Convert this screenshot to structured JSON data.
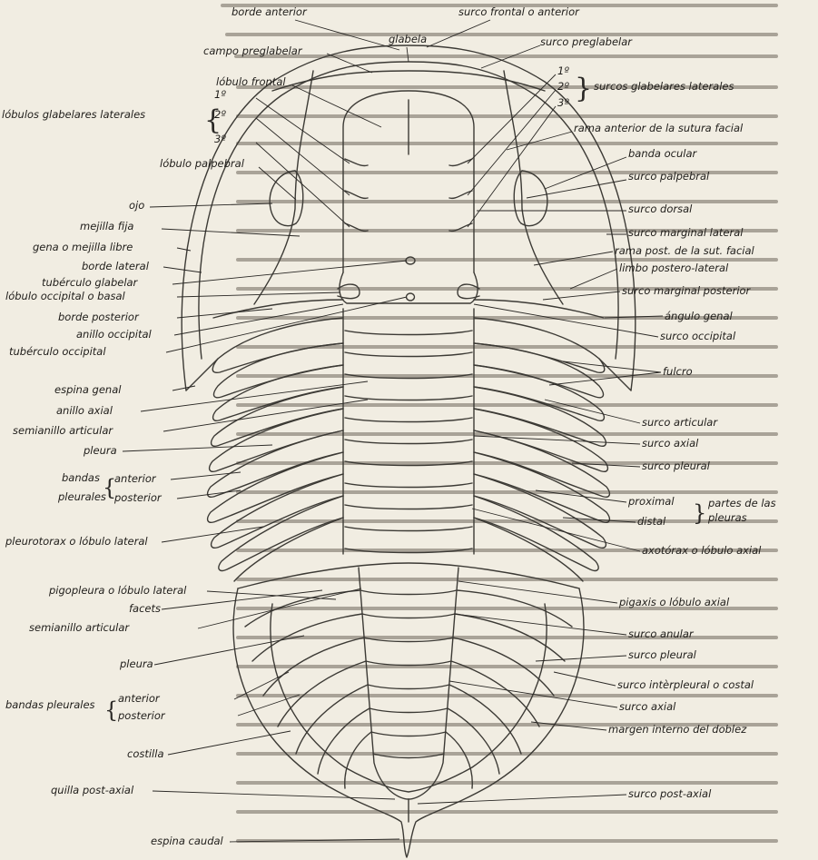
{
  "labels": {
    "borde_anterior": "borde anterior",
    "glabela": "glabela",
    "surco_frontal": "surco frontal o anterior",
    "campo_preglabelar": "campo preglabelar",
    "surco_preglabelar": "surco preglabelar",
    "lobulo_frontal": "lóbulo frontal",
    "n1": "1º",
    "n2": "2º",
    "n3": "3º",
    "surcos_glabelares_laterales": "surcos glabelares laterales",
    "lobulos_glabelares_laterales": "lóbulos glabelares laterales",
    "rama_anterior_sutura": "rama anterior de la sutura facial",
    "lobulo_palpebral": "lóbulo palpebral",
    "banda_ocular": "banda ocular",
    "surco_palpebral": "surco palpebral",
    "ojo": "ojo",
    "surco_dorsal": "surco dorsal",
    "mejilla_fija": "mejilla fija",
    "surco_marginal_lateral": "surco marginal lateral",
    "gena_libre": "gena o mejilla libre",
    "rama_post_sutura": "rama post. de la sut. facial",
    "borde_lateral": "borde lateral",
    "limbo_postero_lateral": "limbo postero-lateral",
    "tuberculo_glabelar": "tubérculo glabelar",
    "surco_marginal_posterior": "surco marginal posterior",
    "lobulo_occipital": "lóbulo occipital o basal",
    "angulo_genal": "ángulo genal",
    "borde_posterior": "borde posterior",
    "surco_occipital": "surco occipital",
    "anillo_occipital": "anillo occipital",
    "tuberculo_occipital": "tubérculo occipital",
    "fulcro": "fulcro",
    "espina_genal": "espina genal",
    "anillo_axial": "anillo axial",
    "surco_articular": "surco articular",
    "semianillo_articular_1": "semianillo articular",
    "surco_axial_1": "surco axial",
    "pleura_1": "pleura",
    "surco_pleural_1": "surco pleural",
    "bandas_pleurales_a": "bandas",
    "bandas_pleurales_b": "pleurales",
    "anterior_1": "anterior",
    "posterior_1": "posterior",
    "proximal": "proximal",
    "distal": "distal",
    "partes_pleuras_a": "partes de las",
    "partes_pleuras_b": "pleuras",
    "pleurotorax": "pleurotorax o lóbulo lateral",
    "axotorax": "axotórax o lóbulo axial",
    "pigopleura": "pigopleura o lóbulo lateral",
    "facets": "facets",
    "pigaxis": "pigaxis o lóbulo axial",
    "semianillo_articular_2": "semianillo articular",
    "surco_anular": "surco anular",
    "pleura_2": "pleura",
    "surco_pleural_2": "surco pleural",
    "surco_interpleural": "surco intèrpleural o costal",
    "bandas_pleurales_2": "bandas pleurales",
    "anterior_2": "anterior",
    "posterior_2": "posterior",
    "surco_axial_2": "surco axial",
    "margen_interno": "margen interno del doblez",
    "costilla": "costilla",
    "quilla_post_axial": "quilla post-axial",
    "surco_post_axial": "surco post-axial",
    "espina_caudal": "espina caudal"
  },
  "colors": {
    "paper": "#f1ede2",
    "ink": "#2a2825",
    "print_through": "#a9a398"
  }
}
